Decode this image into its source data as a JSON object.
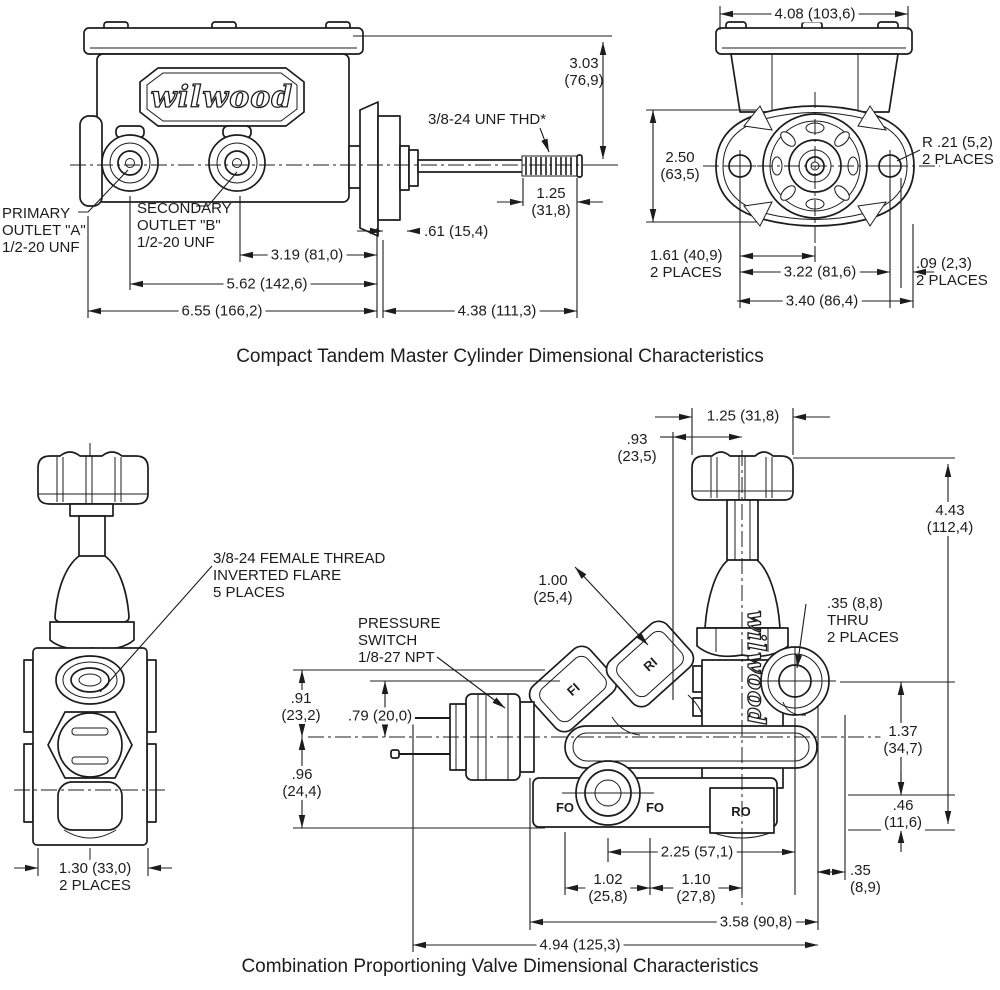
{
  "brand": {
    "logo": "wilwood"
  },
  "mc": {
    "title": "Compact Tandem Master Cylinder Dimensional Characteristics",
    "primary_outlet": "PRIMARY\nOUTLET \"A\"\n1/2-20 UNF",
    "secondary_outlet": "SECONDARY\nOUTLET \"B\"\n1/2-20 UNF",
    "thread_note": "3/8-24 UNF THD*",
    "dim_height": "3.03\n(76,9)",
    "dim_thread_len": "1.25\n(31,8)",
    "dim_boot": ".61 (15,4)",
    "dim_sec_to_flange": "3.19 (81,0)",
    "dim_pri_to_flange": "5.62 (142,6)",
    "dim_overall": "6.55 (166,2)",
    "dim_rod": "4.38 (111,3)"
  },
  "mc_end": {
    "dim_width": "4.08 (103,6)",
    "dim_flange_h": "2.50\n(63,5)",
    "radius_note": "R .21 (5,2)\n2 PLACES",
    "dim_hole_to_center": "1.61 (40,9)\n2 PLACES",
    "dim_holes": "3.22 (81,6)",
    "dim_edge": ".09 (2,3)\n2 PLACES",
    "dim_flange_w": "3.40 (86,4)"
  },
  "pv": {
    "title": "Combination Proportioning Valve Dimensional Characteristics",
    "thread_note": "3/8-24 FEMALE THREAD\nINVERTED FLARE\n5 PLACES",
    "pressure_switch": "PRESSURE\nSWITCH\n1/8-27 NPT",
    "dim_body_w": "1.30 (33,0)\n2 PLACES",
    "dim_knob": "1.25 (31,8)",
    "dim_knob_off": ".93\n(23,5)",
    "dim_height": "4.43\n(112,4)",
    "dim_ports": "1.00\n(25,4)",
    "dim_sw_up": ".91\n(23,2)",
    "dim_sw_in": ".79 (20,0)",
    "dim_sw_dn": ".96\n(24,4)",
    "hole_note": ".35 (8,8)\nTHRU\n2 PLACES",
    "dim_hole_v": "1.37\n(34,7)",
    "dim_base": ".46\n(11,6)",
    "dim_fo_ro": "2.25 (57,1)",
    "dim_fo": "1.02\n(25,8)",
    "dim_ro": "1.10\n(27,8)",
    "dim_edge": ".35\n(8,9)",
    "dim_body": "3.58 (90,8)",
    "dim_overall": "4.94 (125,3)",
    "port_fi": "FI",
    "port_ri": "RI",
    "port_fo1": "FO",
    "port_fo2": "FO",
    "port_ro": "RO"
  }
}
